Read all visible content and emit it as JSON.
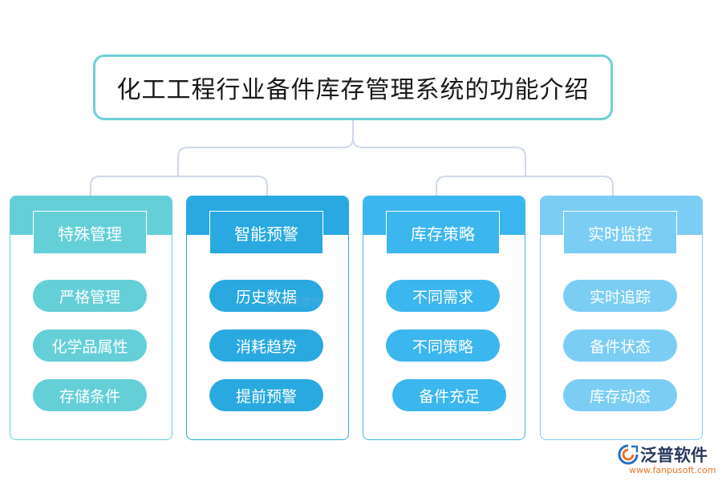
{
  "title": "化工工程行业备件库存管理系统的功能介绍",
  "colors": {
    "title_border": "#6dd0d6",
    "connector": "#cfd8e8"
  },
  "columns": [
    {
      "header": "特殊管理",
      "color": "#65cfd8",
      "items": [
        "严格管理",
        "化学品属性",
        "存储条件"
      ]
    },
    {
      "header": "智能预警",
      "color": "#29a9e0",
      "items": [
        "历史数据",
        "消耗趋势",
        "提前预警"
      ]
    },
    {
      "header": "库存策略",
      "color": "#3cb6ee",
      "items": [
        "不同需求",
        "不同策略",
        "备件充足"
      ]
    },
    {
      "header": "实时监控",
      "color": "#7ccdf4",
      "items": [
        "实时追踪",
        "备件状态",
        "库存动态"
      ]
    }
  ],
  "watermark": "泛普软件",
  "brand": {
    "name": "泛普软件",
    "url": "www.fanpusoft.com"
  }
}
